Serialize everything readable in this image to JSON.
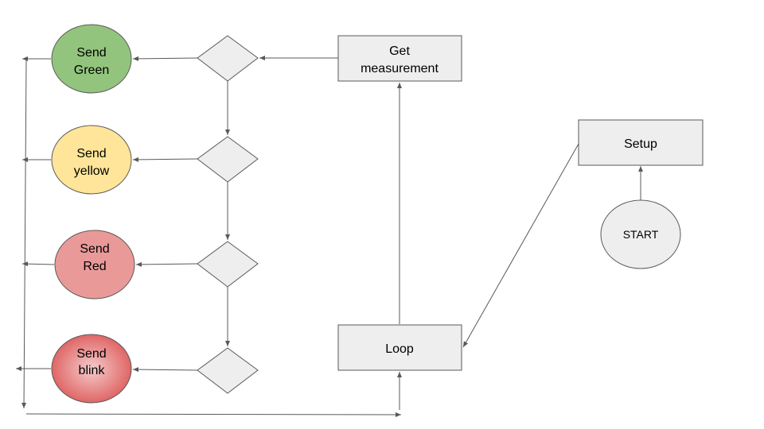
{
  "nodes": {
    "send_green": {
      "line1": "Send",
      "line2": "Green",
      "fill": "#93c47d"
    },
    "send_yellow": {
      "line1": "Send",
      "line2": "yellow",
      "fill": "#ffe599"
    },
    "send_red": {
      "line1": "Send",
      "line2": "Red",
      "fill": "#ea9999"
    },
    "send_blink": {
      "line1": "Send",
      "line2": "blink",
      "fill": "#e06666"
    },
    "get_measurement": {
      "line1": "Get",
      "line2": "measurement"
    },
    "loop": {
      "label": "Loop"
    },
    "setup": {
      "label": "Setup"
    },
    "start": {
      "label": "START"
    }
  },
  "colors": {
    "box_fill": "#eeeeee",
    "stroke": "#595959"
  }
}
